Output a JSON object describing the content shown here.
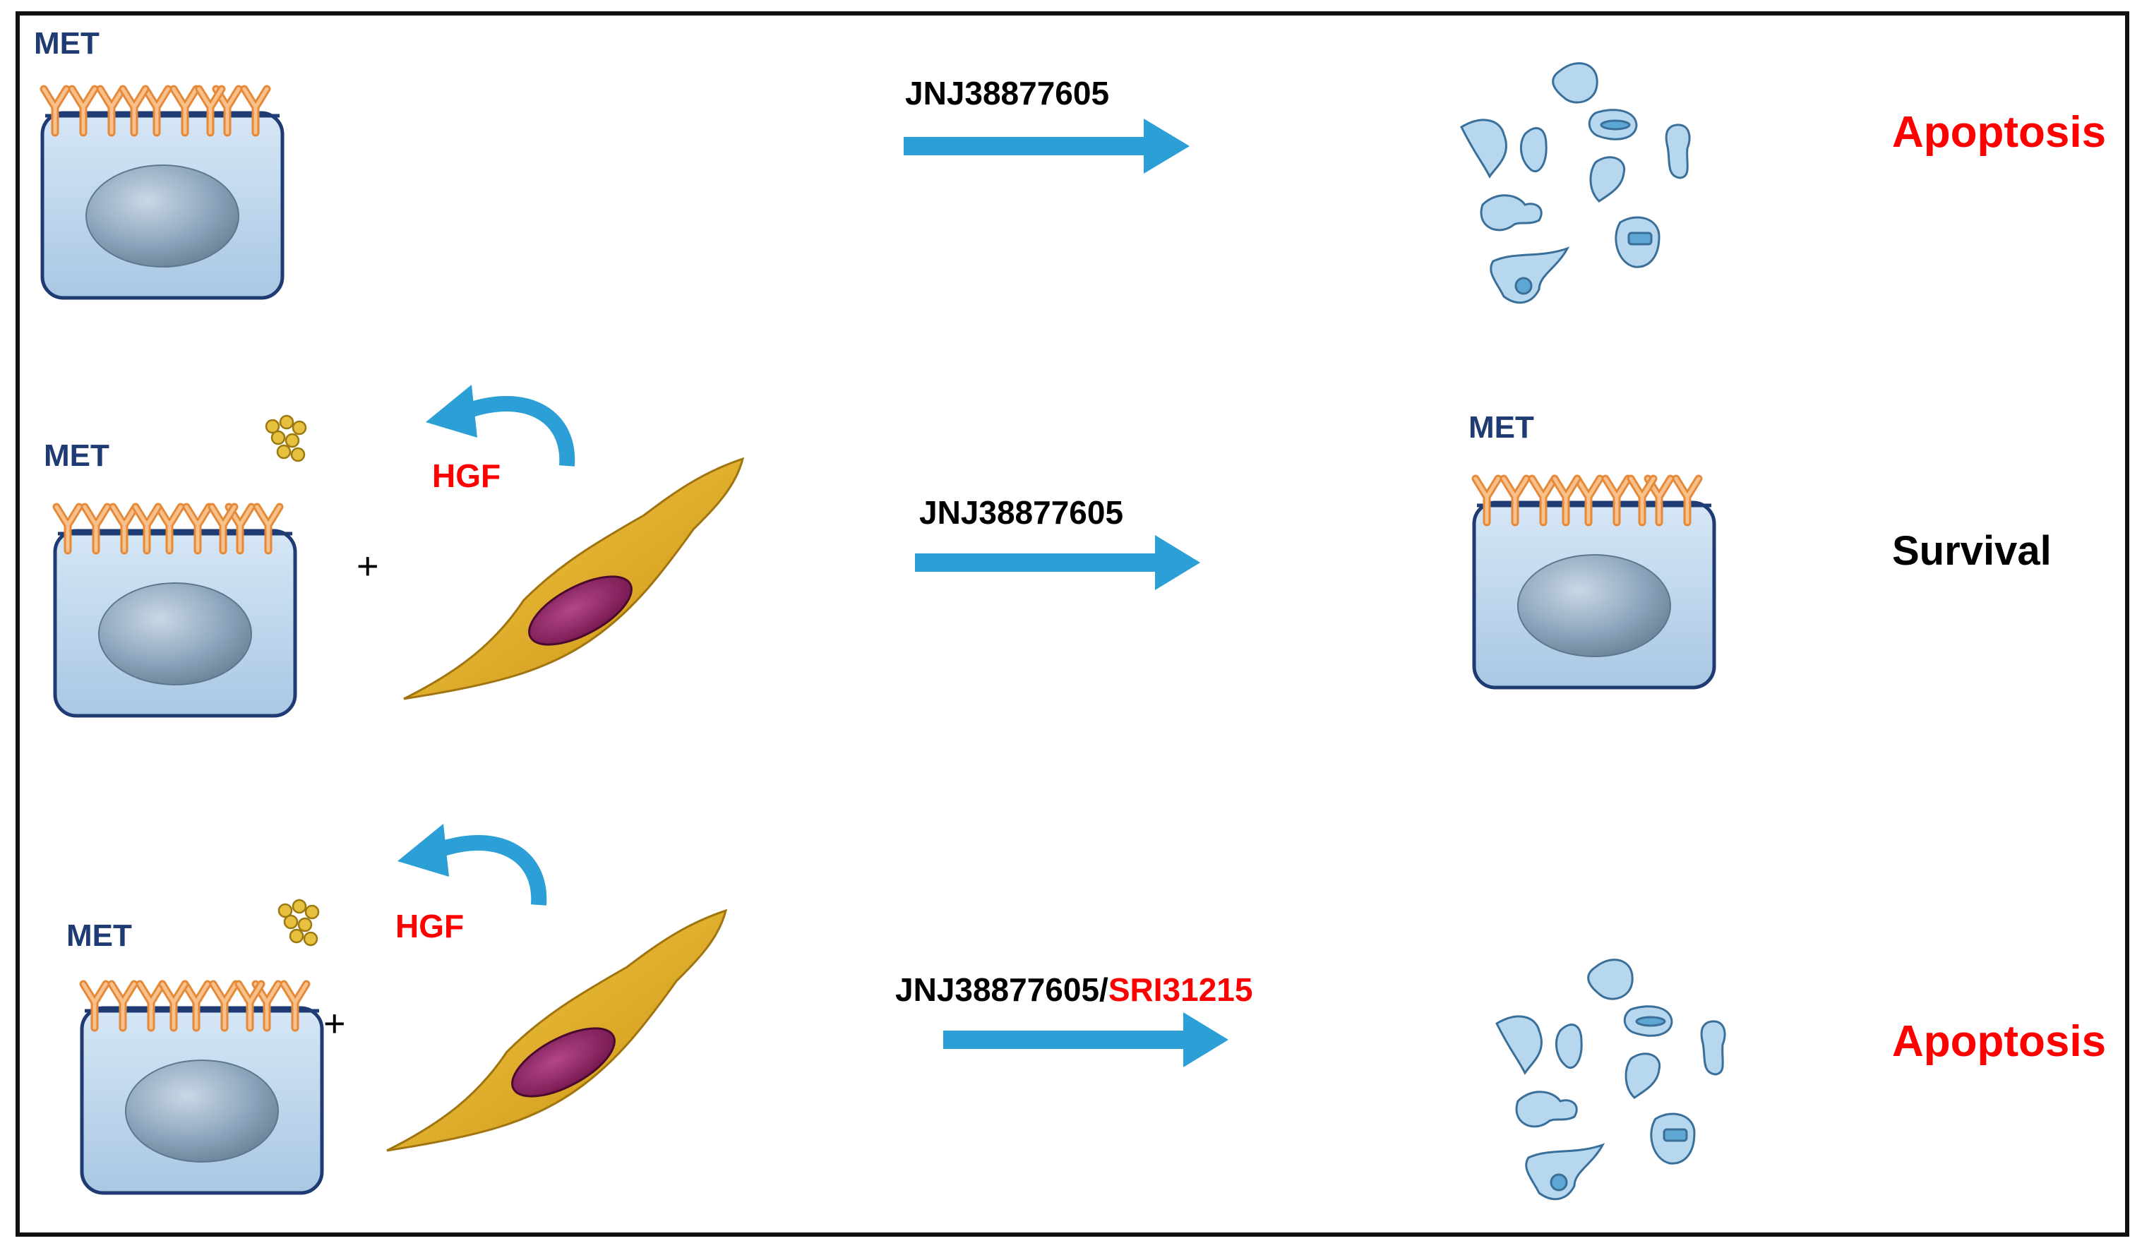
{
  "rows": [
    {
      "receptor_label": "MET",
      "drug_label": "JNJ38877605",
      "outcome_label": "Apoptosis"
    },
    {
      "receptor_label": "MET",
      "ligand_label": "HGF",
      "plus_sign": "+",
      "drug_label": "JNJ38877605",
      "result_receptor_label": "MET",
      "outcome_label": "Survival"
    },
    {
      "receptor_label": "MET",
      "ligand_label": "HGF",
      "plus_sign": "+",
      "drug_label_part1": "JNJ38877605/",
      "drug_label_part2": "SRI31215",
      "outcome_label": "Apoptosis"
    }
  ],
  "colors": {
    "receptor": "#f4a261",
    "receptor_stroke": "#e07b2a",
    "membrane_label": "#1f3b73",
    "cell_fill": "#bcd6ee",
    "cell_stroke": "#1f3b73",
    "nucleus": "#8da6bd",
    "arrow": "#2c9fd6",
    "apoptosis_text": "#ff0000",
    "hgf_text": "#ff0000",
    "survival_text": "#000000",
    "fibroblast": "#e8b21e",
    "fibroblast_nucleus": "#8a1f5c",
    "fragment": "#b9d9ef",
    "hgf_particles": "#e8c040"
  }
}
